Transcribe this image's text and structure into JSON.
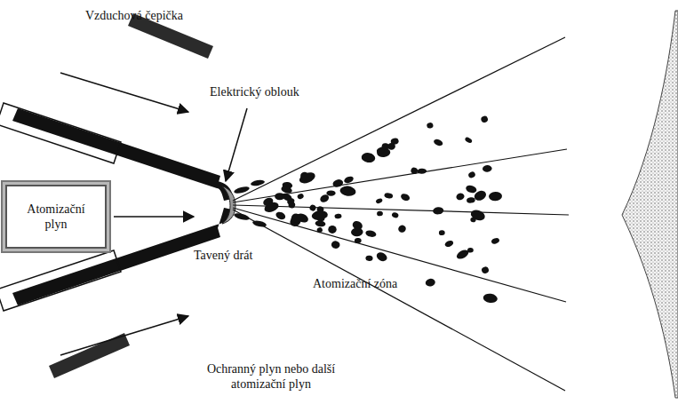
{
  "diagram": {
    "nodes": [
      {
        "text": [
          "Atomizační plyn"
        ]
      }
    ],
    "labels": [
      "Vzduchová čepička",
      "Elektrický oblouk",
      "Tavený drát",
      "Atomizační zóna",
      "Ochranný plyn nebo další atomizační plyn"
    ]
  }
}
